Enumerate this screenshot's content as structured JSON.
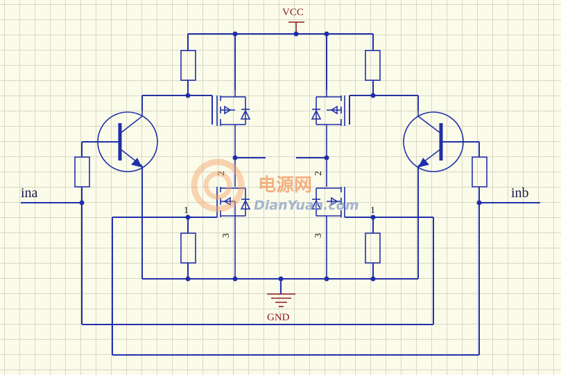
{
  "labels": {
    "vcc": "VCC",
    "gnd": "GND",
    "input_a": "ina",
    "input_b": "inb"
  },
  "pins": {
    "q3_gate": "1",
    "q3_drain": "2",
    "q3_source": "3",
    "q4_gate": "1",
    "q4_drain": "2",
    "q4_source": "3"
  },
  "watermark": {
    "brand": "电源网",
    "url": "DianYuan.com"
  },
  "colors": {
    "wire": "#1f2fa8",
    "power_symbol": "#8a1a1a",
    "background": "#fbfbea",
    "watermark": "#f28a4a"
  }
}
